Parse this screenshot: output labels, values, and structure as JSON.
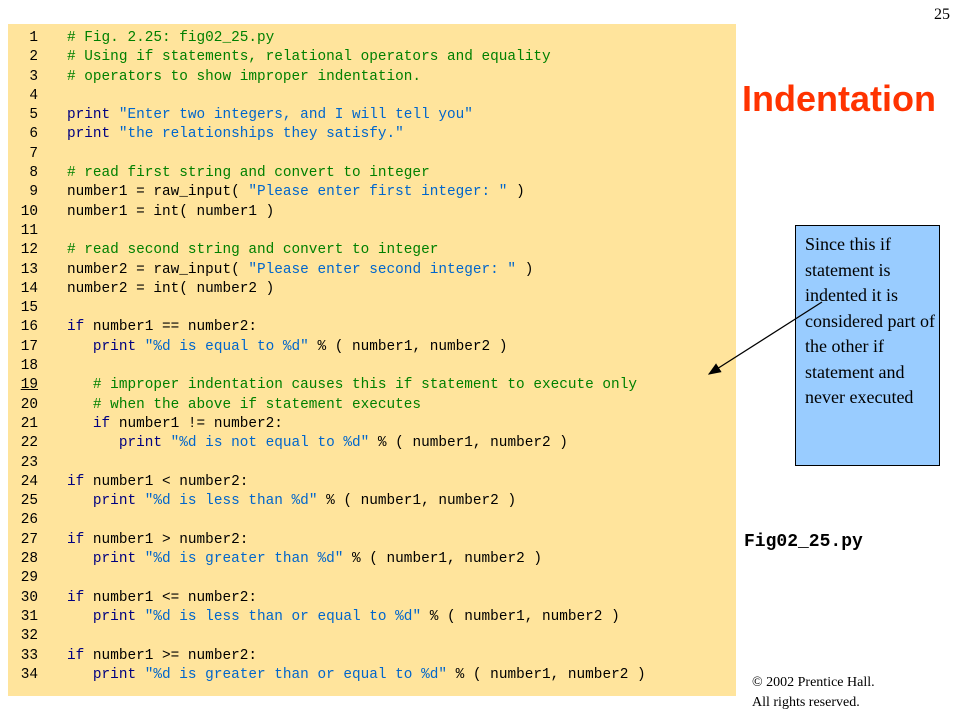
{
  "page_number": "25",
  "title": "Indentation",
  "file_label": "Fig02_25.py",
  "callout_text": "Since this if statement is indented it is considered part of the other if statement and never executed",
  "copyright_line1": "© 2002 Prentice Hall.",
  "copyright_line2": "All rights reserved.",
  "code_lines": [
    {
      "n": "1",
      "indent": 0,
      "tokens": [
        {
          "t": "# Fig. 2.25: fig02_25.py",
          "c": "com"
        }
      ]
    },
    {
      "n": "2",
      "indent": 0,
      "tokens": [
        {
          "t": "# Using if statements, relational operators and equality",
          "c": "com"
        }
      ]
    },
    {
      "n": "3",
      "indent": 0,
      "tokens": [
        {
          "t": "# operators to show improper indentation.",
          "c": "com"
        }
      ]
    },
    {
      "n": "4",
      "indent": 0,
      "tokens": []
    },
    {
      "n": "5",
      "indent": 0,
      "tokens": [
        {
          "t": "print ",
          "c": "kw"
        },
        {
          "t": "\"Enter two integers, and I will tell you\"",
          "c": "str"
        }
      ]
    },
    {
      "n": "6",
      "indent": 0,
      "tokens": [
        {
          "t": "print ",
          "c": "kw"
        },
        {
          "t": "\"the relationships they satisfy.\"",
          "c": "str"
        }
      ]
    },
    {
      "n": "7",
      "indent": 0,
      "tokens": []
    },
    {
      "n": "8",
      "indent": 0,
      "tokens": [
        {
          "t": "# read first string and convert to integer",
          "c": "com"
        }
      ]
    },
    {
      "n": "9",
      "indent": 0,
      "tokens": [
        {
          "t": "number1 = raw_input( ",
          "c": "plain"
        },
        {
          "t": "\"Please enter first integer: \"",
          "c": "str"
        },
        {
          "t": " )",
          "c": "plain"
        }
      ]
    },
    {
      "n": "10",
      "indent": 0,
      "tokens": [
        {
          "t": "number1 = int( number1 )",
          "c": "plain"
        }
      ]
    },
    {
      "n": "11",
      "indent": 0,
      "tokens": []
    },
    {
      "n": "12",
      "indent": 0,
      "tokens": [
        {
          "t": "# read second string and convert to integer",
          "c": "com"
        }
      ]
    },
    {
      "n": "13",
      "indent": 0,
      "tokens": [
        {
          "t": "number2 = raw_input( ",
          "c": "plain"
        },
        {
          "t": "\"Please enter second integer: \"",
          "c": "str"
        },
        {
          "t": " )",
          "c": "plain"
        }
      ]
    },
    {
      "n": "14",
      "indent": 0,
      "tokens": [
        {
          "t": "number2 = int( number2 )",
          "c": "plain"
        }
      ]
    },
    {
      "n": "15",
      "indent": 0,
      "tokens": []
    },
    {
      "n": "16",
      "indent": 0,
      "tokens": [
        {
          "t": "if ",
          "c": "kw"
        },
        {
          "t": "number1 == number2:",
          "c": "plain"
        }
      ]
    },
    {
      "n": "17",
      "indent": 3,
      "tokens": [
        {
          "t": "print ",
          "c": "kw"
        },
        {
          "t": "\"%d is equal to %d\"",
          "c": "str"
        },
        {
          "t": " % ( number1, number2 )",
          "c": "plain"
        }
      ]
    },
    {
      "n": "18",
      "indent": 0,
      "tokens": []
    },
    {
      "n": "19",
      "indent": 3,
      "u": true,
      "tokens": [
        {
          "t": "# improper indentation causes this if statement to execute only",
          "c": "com"
        }
      ]
    },
    {
      "n": "20",
      "indent": 3,
      "tokens": [
        {
          "t": "# when the above if statement executes",
          "c": "com"
        }
      ]
    },
    {
      "n": "21",
      "indent": 3,
      "tokens": [
        {
          "t": "if ",
          "c": "kw"
        },
        {
          "t": "number1 != number2:",
          "c": "plain"
        }
      ]
    },
    {
      "n": "22",
      "indent": 6,
      "tokens": [
        {
          "t": "print ",
          "c": "kw"
        },
        {
          "t": "\"%d is not equal to %d\"",
          "c": "str"
        },
        {
          "t": " % ( number1, number2 )",
          "c": "plain"
        }
      ]
    },
    {
      "n": "23",
      "indent": 0,
      "tokens": []
    },
    {
      "n": "24",
      "indent": 0,
      "tokens": [
        {
          "t": "if ",
          "c": "kw"
        },
        {
          "t": "number1 < number2:",
          "c": "plain"
        }
      ]
    },
    {
      "n": "25",
      "indent": 3,
      "tokens": [
        {
          "t": "print ",
          "c": "kw"
        },
        {
          "t": "\"%d is less than %d\"",
          "c": "str"
        },
        {
          "t": " % ( number1, number2 )",
          "c": "plain"
        }
      ]
    },
    {
      "n": "26",
      "indent": 0,
      "tokens": []
    },
    {
      "n": "27",
      "indent": 0,
      "tokens": [
        {
          "t": "if ",
          "c": "kw"
        },
        {
          "t": "number1 > number2:",
          "c": "plain"
        }
      ]
    },
    {
      "n": "28",
      "indent": 3,
      "tokens": [
        {
          "t": "print ",
          "c": "kw"
        },
        {
          "t": "\"%d is greater than %d\"",
          "c": "str"
        },
        {
          "t": " % ( number1, number2 )",
          "c": "plain"
        }
      ]
    },
    {
      "n": "29",
      "indent": 0,
      "tokens": []
    },
    {
      "n": "30",
      "indent": 0,
      "tokens": [
        {
          "t": "if ",
          "c": "kw"
        },
        {
          "t": "number1 <= number2:",
          "c": "plain"
        }
      ]
    },
    {
      "n": "31",
      "indent": 3,
      "tokens": [
        {
          "t": "print ",
          "c": "kw"
        },
        {
          "t": "\"%d is less than or equal to %d\"",
          "c": "str"
        },
        {
          "t": " % ( number1, number2 )",
          "c": "plain"
        }
      ]
    },
    {
      "n": "32",
      "indent": 0,
      "tokens": []
    },
    {
      "n": "33",
      "indent": 0,
      "tokens": [
        {
          "t": "if ",
          "c": "kw"
        },
        {
          "t": "number1 >= number2:",
          "c": "plain"
        }
      ]
    },
    {
      "n": "34",
      "indent": 3,
      "tokens": [
        {
          "t": "print ",
          "c": "kw"
        },
        {
          "t": "\"%d is greater than or equal to %d\"",
          "c": "str"
        },
        {
          "t": " % ( number1, number2 )",
          "c": "plain"
        }
      ]
    }
  ]
}
